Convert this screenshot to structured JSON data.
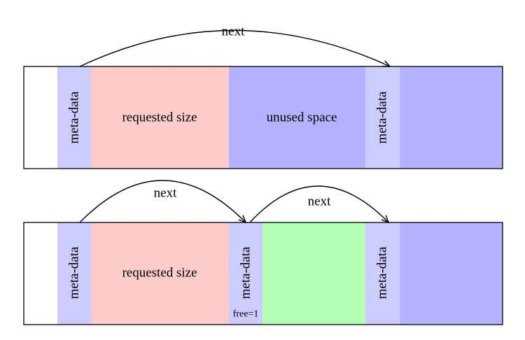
{
  "colors": {
    "metadata": "#ccccff",
    "requested": "#ffcccc",
    "unused": "#b3b3ff",
    "free_block": "#b3ffb3",
    "tail": "#b3b3ff",
    "free_flag_text": "#5a8a6a",
    "outline": "#000000"
  },
  "top": {
    "metadata_left": "meta-data",
    "requested": "requested size",
    "unused": "unused space",
    "metadata_right": "meta-data",
    "arrow": "next"
  },
  "bottom": {
    "metadata_left": "meta-data",
    "requested": "requested size",
    "metadata_mid": "meta-data",
    "free_flag": "free=1",
    "metadata_right": "meta-data",
    "arrow_1": "next",
    "arrow_2": "next"
  }
}
